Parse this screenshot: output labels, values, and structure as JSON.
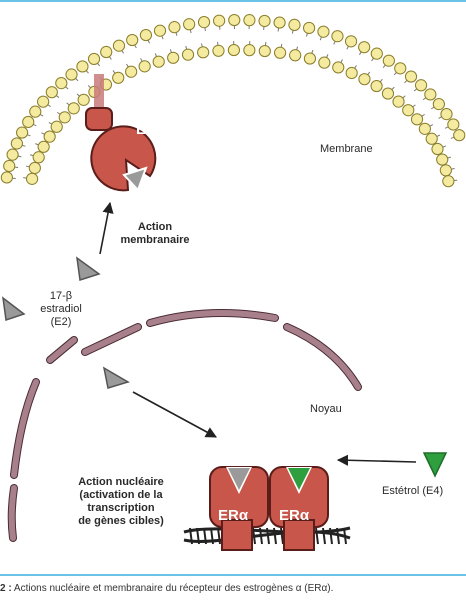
{
  "labels": {
    "era_membrane": "ERα",
    "membrane": "Membrane",
    "action_membranaire": [
      "Action",
      "membranaire"
    ],
    "estradiol": [
      "17-β",
      "estradiol",
      "(E2)"
    ],
    "noyau": "Noyau",
    "action_nucleaire": [
      "Action nucléaire",
      "(activation de la",
      "transcription",
      "de gènes cibles)"
    ],
    "estetrol": "Estétrol (E4)",
    "era_left": "ERα",
    "era_right": "ERα"
  },
  "caption": {
    "number": "2 :",
    "text": " Actions nucléaire et membranaire du récepteur des estrogènes α (ERα)."
  },
  "colors": {
    "frame": "#6cc3e8",
    "lipid_head": "#f4eaa0",
    "receptor": "#c9564a",
    "nucleus_envelope": "#a8808c",
    "ligand_grey": "#9a9a9a",
    "ligand_green": "#2e9e3e"
  }
}
